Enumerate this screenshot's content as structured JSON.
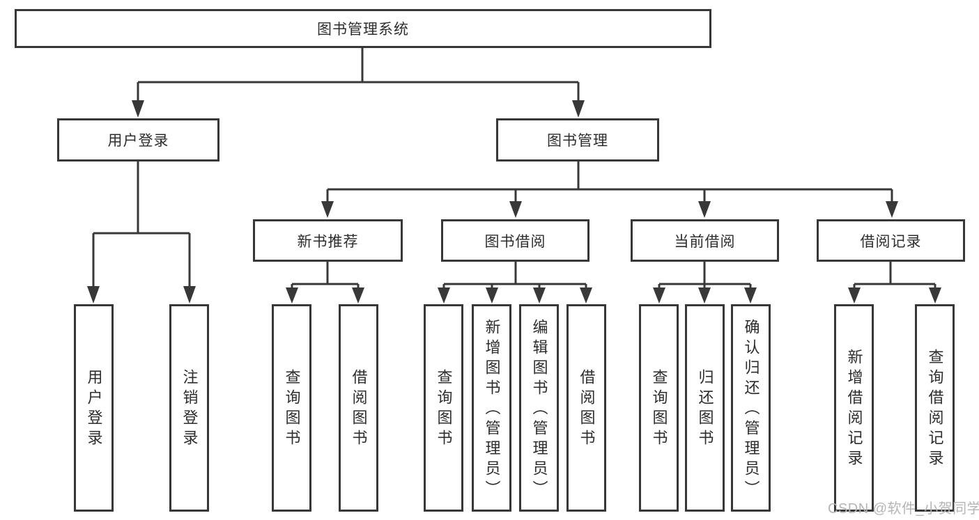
{
  "tree": {
    "root": "图书管理系统",
    "branches": [
      {
        "label": "用户登录",
        "children": [
          "用户登录",
          "注销登录"
        ]
      },
      {
        "label": "图书管理",
        "groups": [
          {
            "label": "新书推荐",
            "children": [
              "查询图书",
              "借阅图书"
            ]
          },
          {
            "label": "图书借阅",
            "children": [
              "查询图书",
              "新增图书（管理员）",
              "编辑图书（管理员）",
              "借阅图书"
            ]
          },
          {
            "label": "当前借阅",
            "children": [
              "查询图书",
              "归还图书",
              "确认归还（管理员）"
            ]
          },
          {
            "label": "借阅记录",
            "children": [
              "新增借阅记录",
              "查询借阅记录"
            ]
          }
        ]
      }
    ]
  },
  "watermark": "CSDN @软件_小贺同学",
  "colors": {
    "line": "#383838",
    "text": "#2d2d2d",
    "watermark": "#b5b5b5",
    "background": "#ffffff"
  }
}
